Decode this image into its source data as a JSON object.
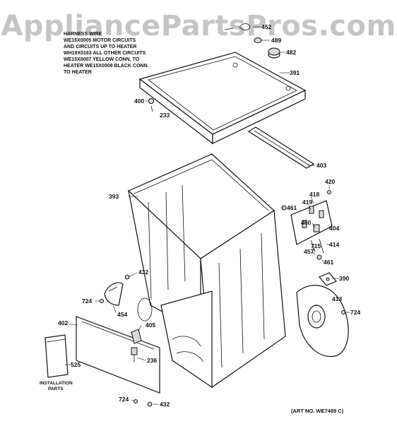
{
  "watermark": "AppliancePartsPros.com",
  "harness_note": [
    "HARNESS WIRE",
    "WE15X0005 MOTOR CIRCUITS",
    "AND CIRCUITS UP TO HEATER",
    "WH19X0163 ALL OTHER CIRCUITS",
    "WE15X0007 YELLOW CONN. TO",
    "HEATER WE15X0008 BLACK CONN.",
    "TO HEATER"
  ],
  "labels": {
    "p452": "452",
    "p489": "489",
    "p482": "482",
    "p391": "391",
    "p400": "400",
    "p233": "233",
    "p403": "403",
    "p420": "420",
    "p418": "418",
    "p419": "419",
    "p461a": "461",
    "p460": "460",
    "p404": "404",
    "p414": "414",
    "p715": "715",
    "p457": "457",
    "p461b": "461",
    "p393": "393",
    "p390": "390",
    "p413": "413",
    "p724a": "724",
    "p432a": "432",
    "p724b": "724",
    "p454": "454",
    "p402": "402",
    "p405": "405",
    "p236": "236",
    "p525": "525",
    "installation_parts_1": "INSTALLATION",
    "installation_parts_2": "PARTS",
    "p724c": "724",
    "p432b": "432"
  },
  "art_no": "(ART NO. WE7489 C)"
}
